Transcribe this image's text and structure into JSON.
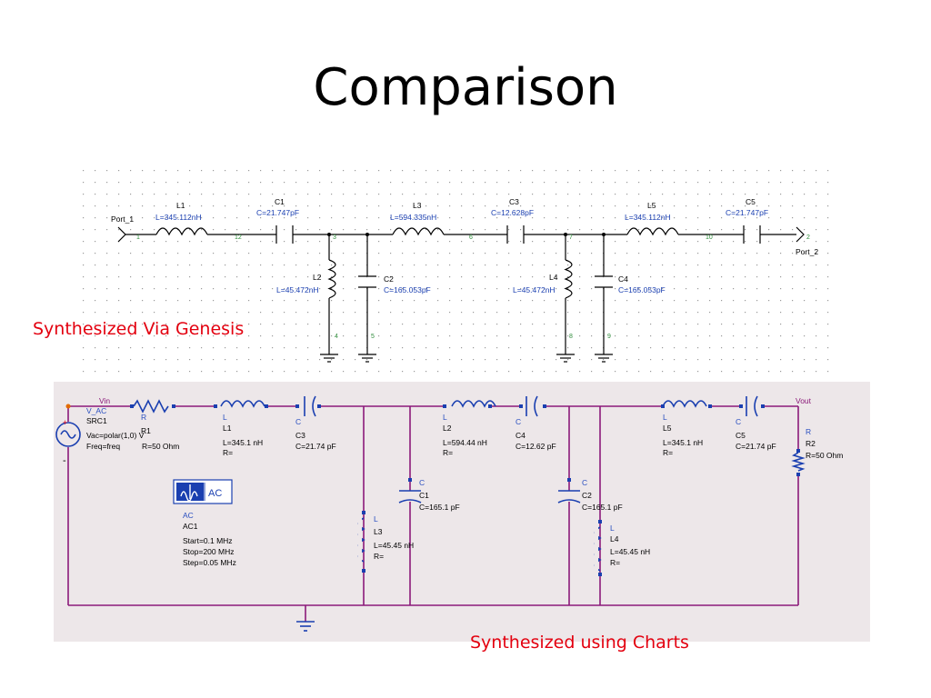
{
  "slide": {
    "title": "Comparison",
    "caption_top": "Synthesized Via Genesis",
    "caption_bottom": "Synthesized using Charts"
  },
  "colors": {
    "caption": "#e3000f",
    "wire_bottom": "#8b1a7a",
    "component_bottom": "#1a3fb0",
    "label_bottom": "#2a4fc0"
  },
  "schematic_genesis": {
    "ports": {
      "in": "Port_1",
      "out": "Port_2"
    },
    "nodes": [
      "1",
      "12",
      "3",
      "6",
      "7",
      "10",
      "2",
      "4",
      "5",
      "8",
      "9"
    ],
    "L1": {
      "name": "L1",
      "value": "L=345.112nH"
    },
    "C1": {
      "name": "C1",
      "value": "C=21.747pF"
    },
    "L3": {
      "name": "L3",
      "value": "L=594.335nH"
    },
    "C3": {
      "name": "C3",
      "value": "C=12.628pF"
    },
    "L5": {
      "name": "L5",
      "value": "L=345.112nH"
    },
    "C5": {
      "name": "C5",
      "value": "C=21.747pF"
    },
    "L2": {
      "name": "L2",
      "value": "L=45.472nH"
    },
    "C2": {
      "name": "C2",
      "value": "C=165.053pF"
    },
    "L4": {
      "name": "L4",
      "value": "L=45.472nH"
    },
    "C4": {
      "name": "C4",
      "value": "C=165.053pF"
    }
  },
  "schematic_charts": {
    "wire_labels": {
      "in": "Vin",
      "out": "Vout"
    },
    "src": {
      "type": "V_AC",
      "name": "SRC1",
      "vac": "Vac=polar(1,0) V",
      "freq": "Freq=freq"
    },
    "R1": {
      "type": "R",
      "name": "R1",
      "value": "R=50 Ohm"
    },
    "L1": {
      "type": "L",
      "name": "L1",
      "value": "L=345.1 nH",
      "r": "R="
    },
    "C3": {
      "type": "C",
      "name": "C3",
      "value": "C=21.74 pF"
    },
    "L2": {
      "type": "L",
      "name": "L2",
      "value": "L=594.44 nH",
      "r": "R="
    },
    "C4": {
      "type": "C",
      "name": "C4",
      "value": "C=12.62 pF"
    },
    "L5": {
      "type": "L",
      "name": "L5",
      "value": "L=345.1 nH",
      "r": "R="
    },
    "C5": {
      "type": "C",
      "name": "C5",
      "value": "C=21.74 pF"
    },
    "R2": {
      "type": "R",
      "name": "R2",
      "value": "R=50 Ohm"
    },
    "C1": {
      "type": "C",
      "name": "C1",
      "value": "C=165.1 pF"
    },
    "L3": {
      "type": "L",
      "name": "L3",
      "value": "L=45.45 nH",
      "r": "R="
    },
    "C2": {
      "type": "C",
      "name": "C2",
      "value": "C=165.1 pF"
    },
    "L4": {
      "type": "L",
      "name": "L4",
      "value": "L=45.45 nH",
      "r": "R="
    },
    "ac": {
      "icon_label": "AC",
      "type": "AC",
      "name": "AC1",
      "start": "Start=0.1 MHz",
      "stop": "Stop=200 MHz",
      "step": "Step=0.05 MHz"
    }
  }
}
